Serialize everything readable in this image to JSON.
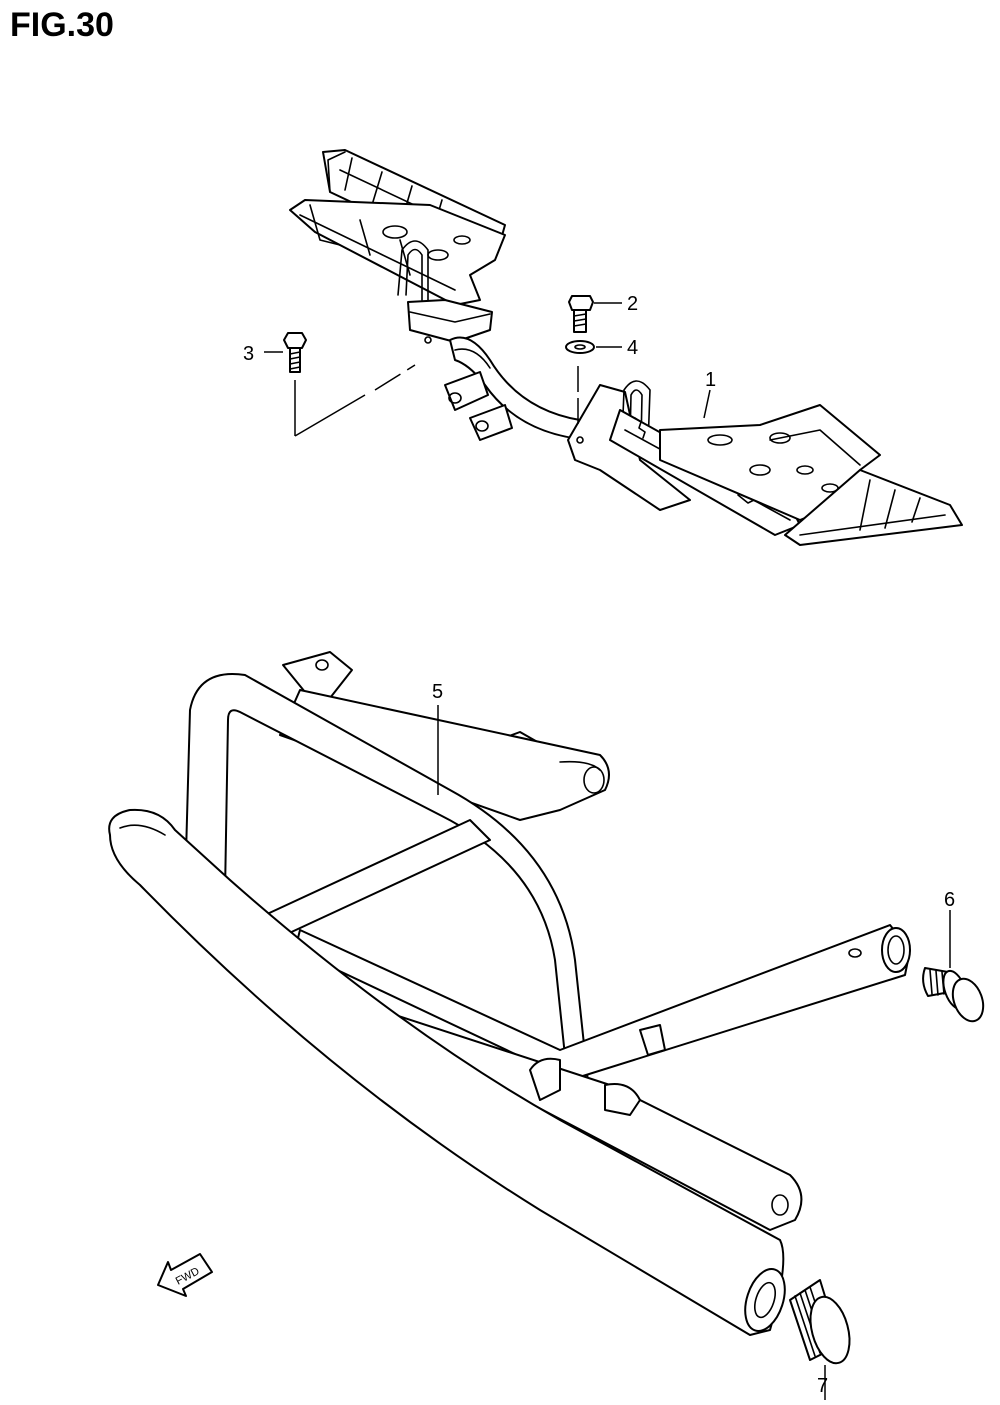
{
  "figure": {
    "title": "FIG.30"
  },
  "callouts": {
    "c1": "1",
    "c2": "2",
    "c3": "3",
    "c4": "4",
    "c5": "5",
    "c6": "6",
    "c7": "7"
  },
  "direction_marker": {
    "label": "FWD",
    "icon": "arrow-left-icon"
  },
  "parts": {
    "p1": "footrest-assembly",
    "p2": "bolt",
    "p3": "bolt",
    "p4": "washer",
    "p5": "front-guard-bar",
    "p6": "flange-bolt",
    "p7": "end-cap-plug"
  }
}
